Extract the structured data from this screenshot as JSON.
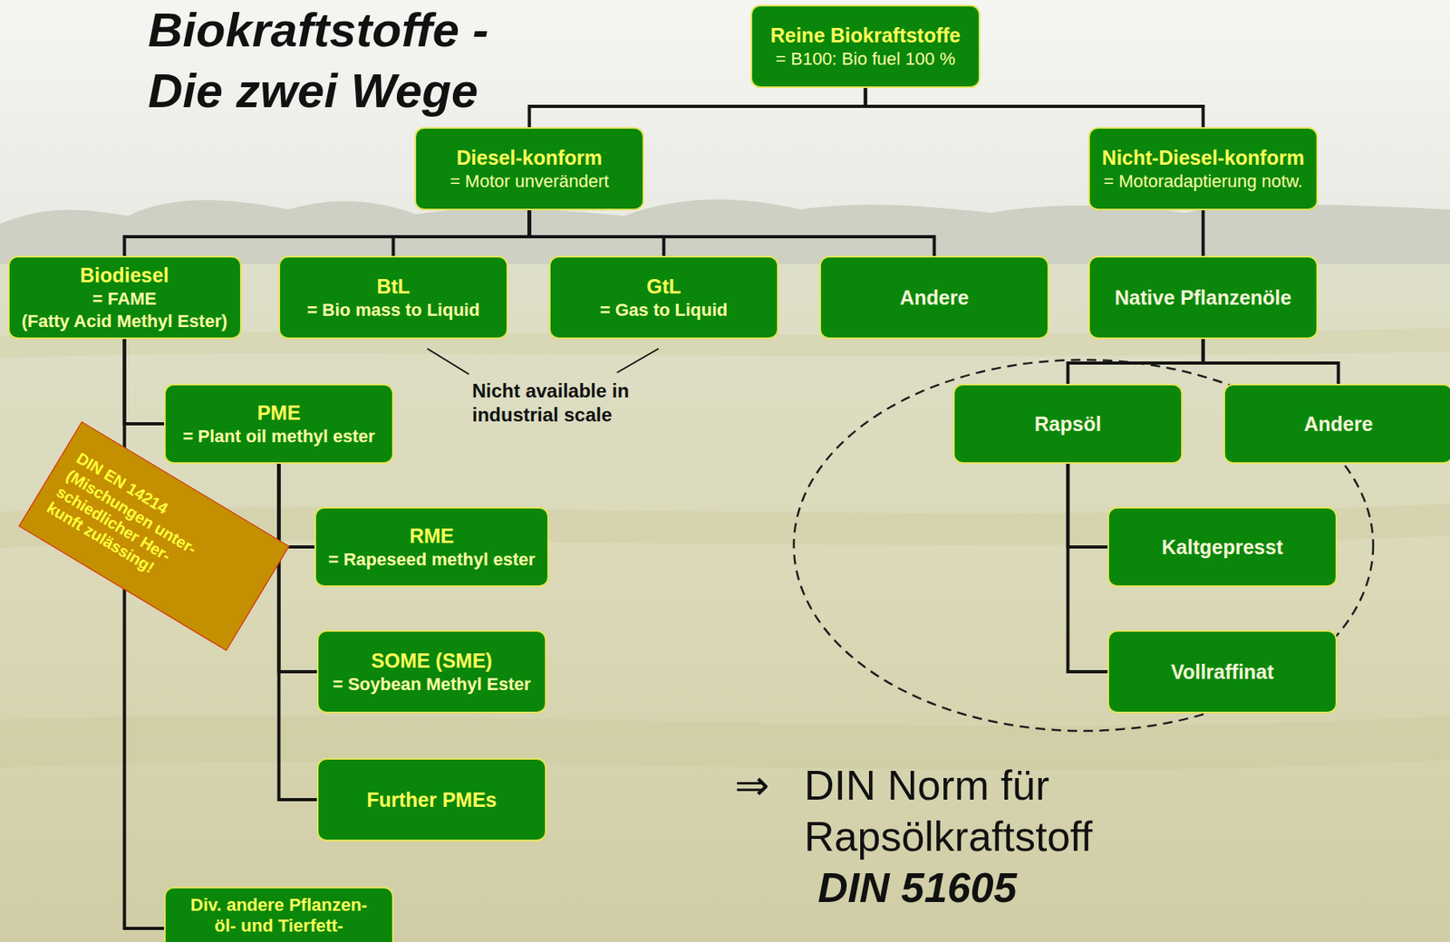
{
  "diagram": {
    "title": "Biokraftstoffe - Die zwei Wege",
    "nodes": [
      {
        "text": [
          "Reine Biokraftstoffe",
          "= B100: Bio fuel 100 %"
        ]
      },
      {
        "text": [
          "Diesel-konform",
          "= Motor unverändert"
        ]
      },
      {
        "text": [
          "Nicht-Diesel-konform",
          "= Motoradaptierung notw."
        ]
      },
      {
        "text": [
          "Biodiesel",
          "= FAME",
          "(Fatty Acid Methyl Ester)"
        ]
      },
      {
        "text": [
          "BtL",
          "= Bio mass to Liquid"
        ]
      },
      {
        "text": [
          "GtL",
          "= Gas to Liquid"
        ]
      },
      {
        "text": [
          "Andere"
        ]
      },
      {
        "text": [
          "Native Pflanzenöle"
        ]
      },
      {
        "text": [
          "PME",
          "= Plant oil methyl ester"
        ]
      },
      {
        "text": [
          "Rapsöl"
        ]
      },
      {
        "text": [
          "Andere"
        ]
      },
      {
        "text": [
          "DIN EN 14214",
          "(Mischungen unter- schiedlicher Her- kunft zulässing!"
        ]
      },
      {
        "text": [
          "RME",
          "= Rapeseed methyl ester"
        ]
      },
      {
        "text": [
          "Kaltgepresst"
        ]
      },
      {
        "text": [
          "SOME (SME)",
          "= Soybean Methyl Ester"
        ]
      },
      {
        "text": [
          "Vollraffinat"
        ]
      },
      {
        "text": [
          "Further PMEs"
        ]
      },
      {
        "text": [
          "Div. andere Pflanzen- öl- und Tierfett-"
        ]
      }
    ],
    "edges": [
      {
        "from": 0,
        "to": 1,
        "arrow": "none"
      },
      {
        "from": 0,
        "to": 2,
        "arrow": "none"
      },
      {
        "from": 1,
        "to": 3,
        "arrow": "none"
      },
      {
        "from": 1,
        "to": 4,
        "arrow": "none"
      },
      {
        "from": 1,
        "to": 5,
        "arrow": "none"
      },
      {
        "from": 1,
        "to": 6,
        "arrow": "none"
      },
      {
        "from": 2,
        "to": 7,
        "arrow": "none"
      },
      {
        "from": 3,
        "to": 8,
        "arrow": "none"
      },
      {
        "from": 3,
        "to": 17,
        "arrow": "none"
      },
      {
        "from": 7,
        "to": 9,
        "arrow": "none"
      },
      {
        "from": 7,
        "to": 10,
        "arrow": "none"
      },
      {
        "from": 8,
        "to": 12,
        "arrow": "none"
      },
      {
        "from": 8,
        "to": 14,
        "arrow": "none"
      },
      {
        "from": 8,
        "to": 16,
        "arrow": "none"
      },
      {
        "from": 9,
        "to": 13,
        "arrow": "none"
      },
      {
        "from": 9,
        "to": 15,
        "arrow": "none"
      }
    ],
    "labels": [
      "Nicht available in industrial scale",
      "⇒",
      "DIN Norm für Rapsölkraftstoff",
      "DIN 51605"
    ]
  }
}
